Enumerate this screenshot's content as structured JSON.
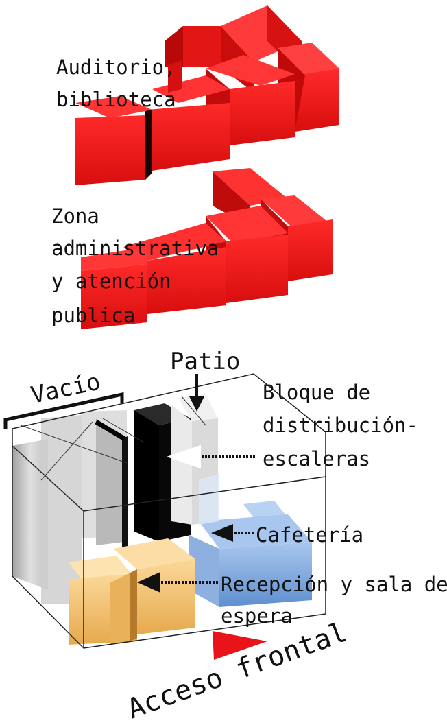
{
  "labels": {
    "auditorio_line1": "Auditorio,",
    "auditorio_line2": "biblioteca",
    "zona_line1": "Zona",
    "zona_line2": "administrativa",
    "zona_line3": "y atención",
    "zona_line4": "publica",
    "patio": "Patio",
    "vacio": "Vacío",
    "bloque_line1": "Bloque de",
    "bloque_line2": "distribución-",
    "bloque_line3": "escaleras",
    "cafeteria": "Cafetería",
    "recepcion_line1": "Recepción y sala de",
    "recepcion_line2": "espera",
    "acceso": "Acceso frontal"
  },
  "colors": {
    "red_block": "#e41a1a",
    "blue_block": "#7fa8dc",
    "orange_block": "#f2c474",
    "black_block": "#0d0d0d",
    "gray_block": "#c8c8c8",
    "arrow_red": "#e8141a"
  }
}
